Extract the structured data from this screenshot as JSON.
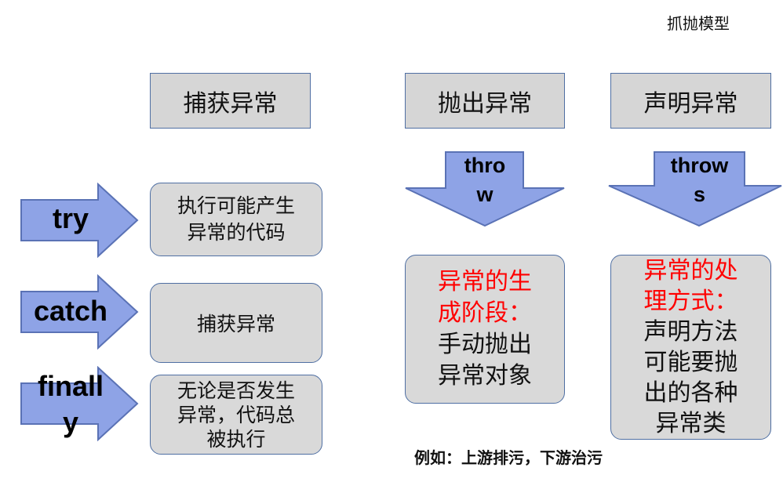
{
  "top_right_title": "抓抛模型",
  "headers": {
    "catch_header": "捕获异常",
    "throw_header": "抛出异常",
    "declare_header": "声明异常"
  },
  "left_arrows": {
    "try": "try",
    "catch": "catch",
    "finally_line1": "finall",
    "finally_line2": "y"
  },
  "left_boxes": {
    "try_box_line1": "执行可能产生",
    "try_box_line2": "异常的代码",
    "catch_box": "捕获异常",
    "finally_box_line1": "无论是否发生",
    "finally_box_line2": "异常，代码总",
    "finally_box_line3": "被执行"
  },
  "down_arrows": {
    "throw_line1": "thro",
    "throw_line2": "w",
    "throws_line1": "throw",
    "throws_line2": "s"
  },
  "throw_box": {
    "red_line1": "异常的生",
    "red_line2": "成阶段：",
    "line3": "手动抛出",
    "line4": "异常对象"
  },
  "throws_box": {
    "red_line1": "异常的处",
    "red_line2": "理方式：",
    "line3": "声明方法",
    "line4": "可能要抛",
    "line5": "出的各种",
    "line6": "异常类"
  },
  "example_text": "例如：上游排污，下游治污",
  "colors": {
    "arrow_fill": "#8ea3e6",
    "arrow_stroke": "#5a72b5",
    "box_fill": "#d9d9d9",
    "box_border": "#4f6fa3",
    "highlight_red": "#ff0000"
  }
}
